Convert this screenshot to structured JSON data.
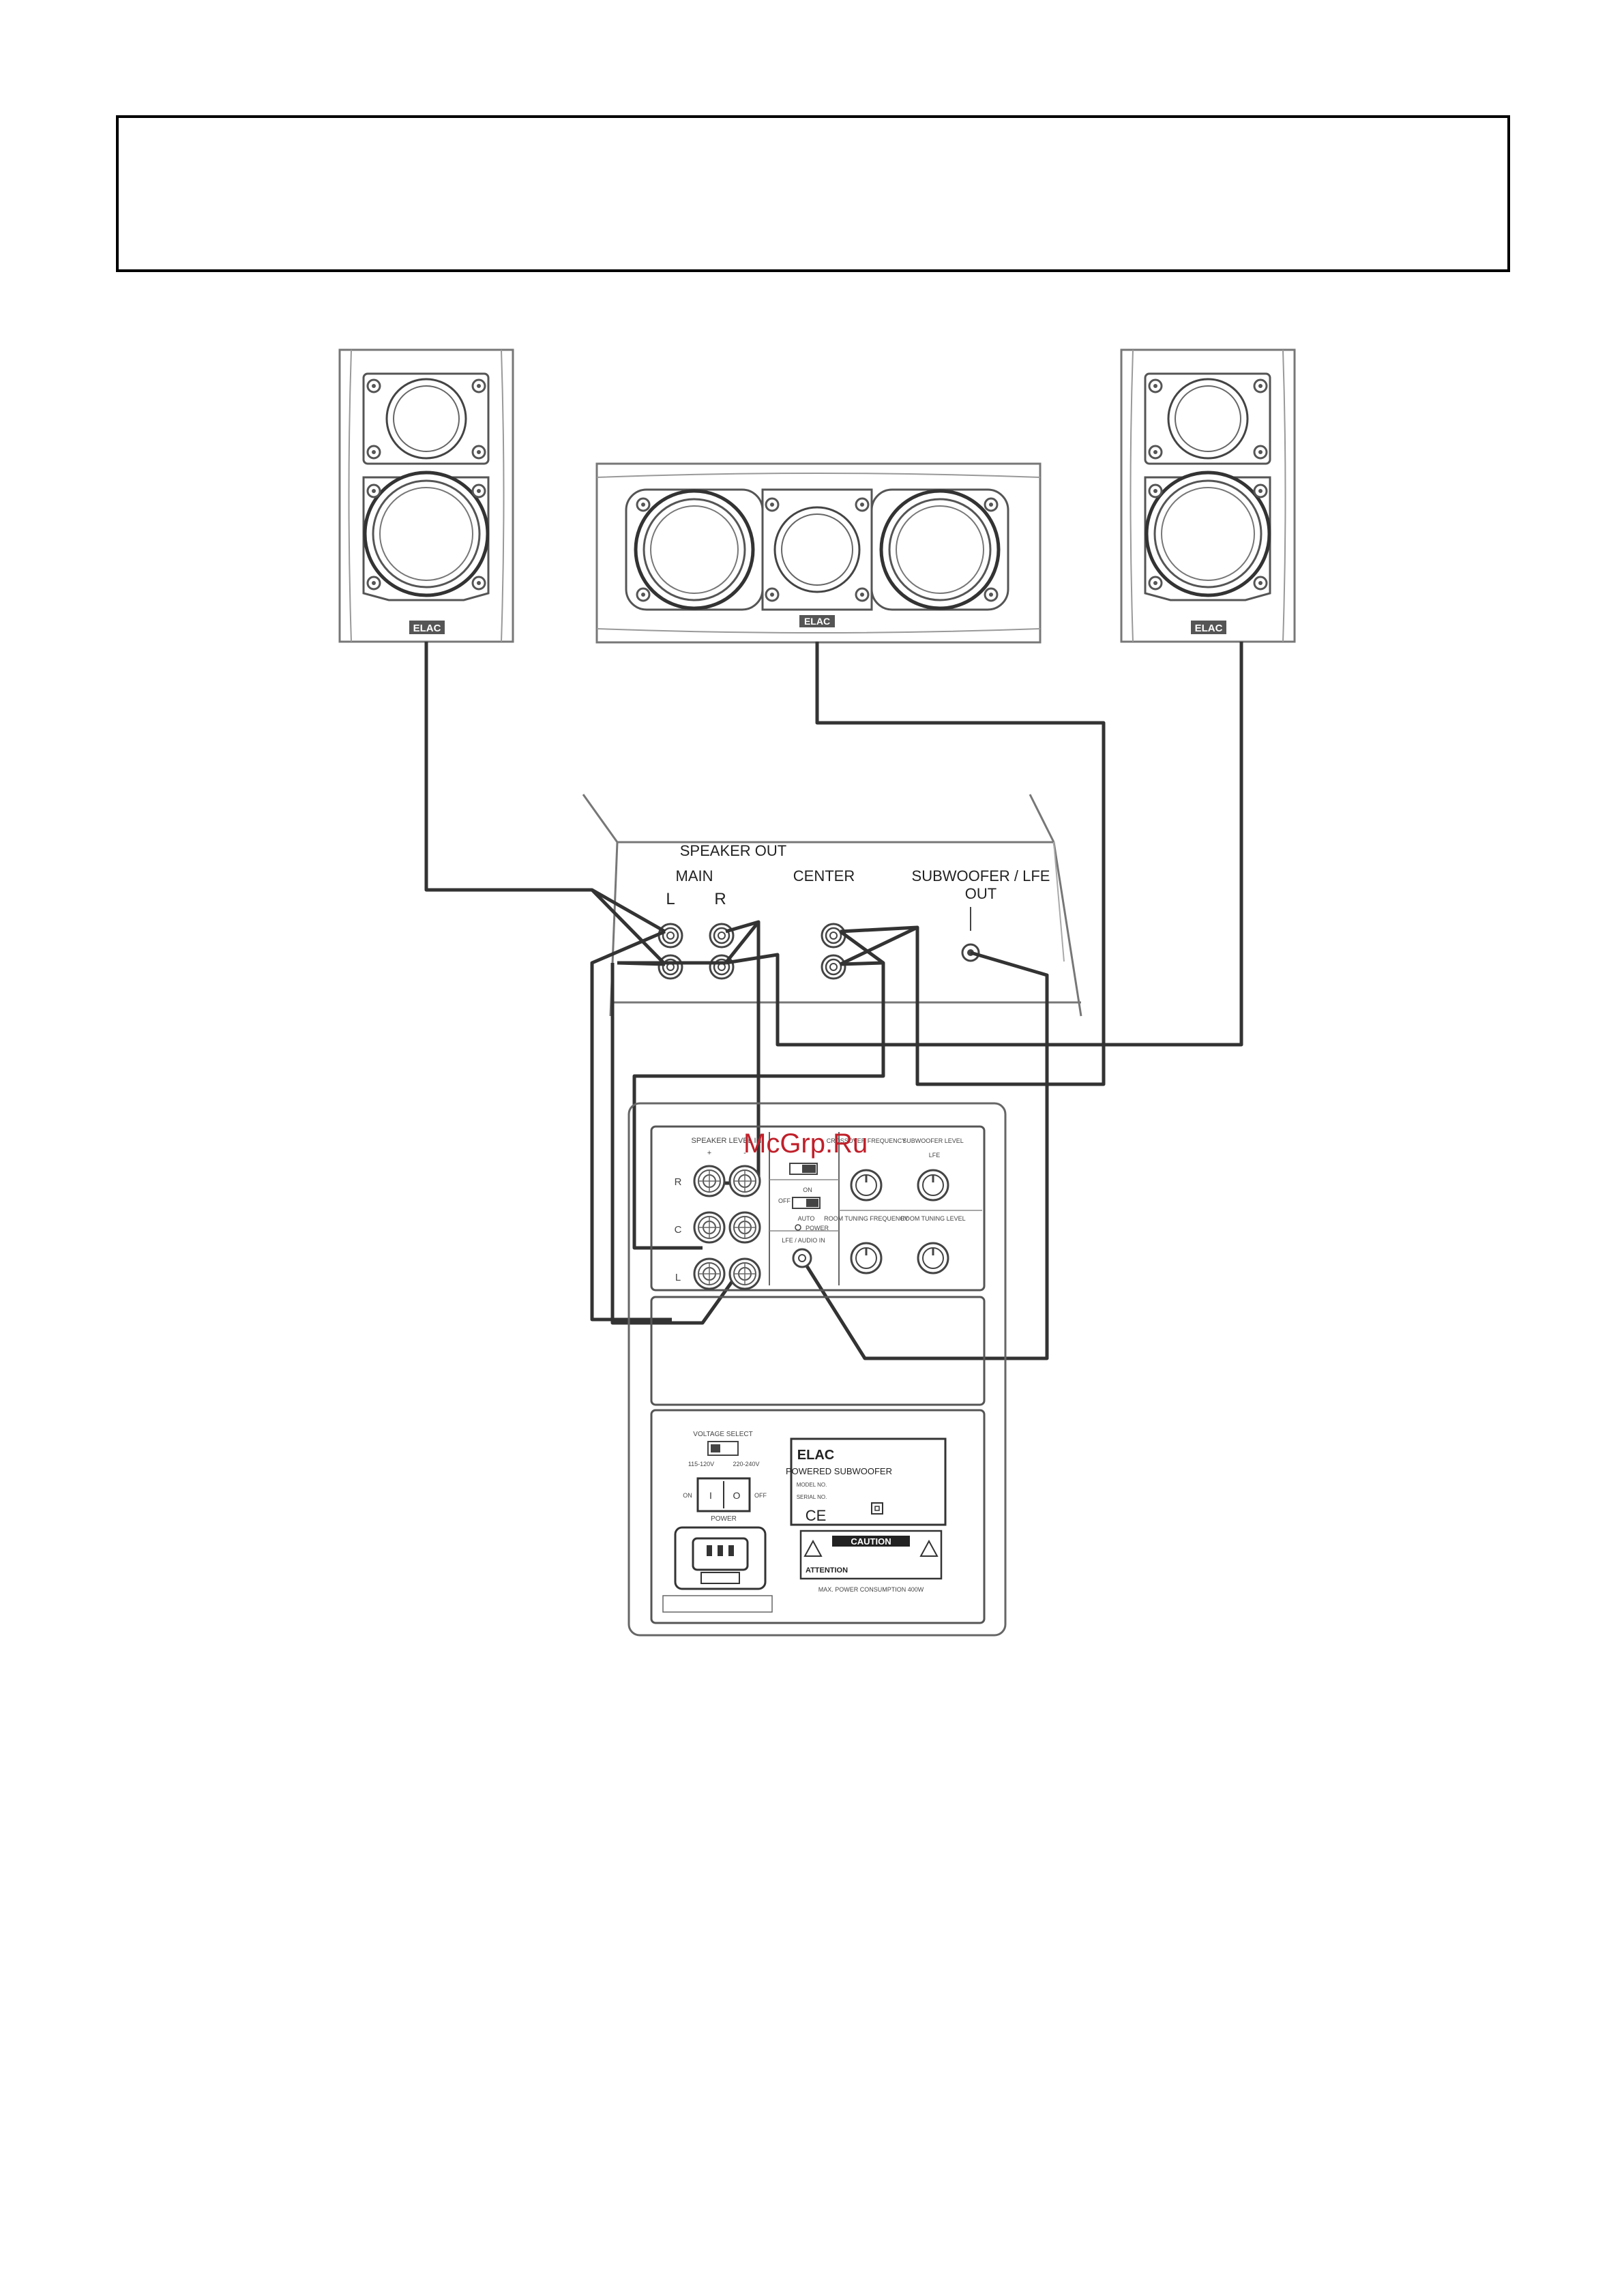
{
  "header_box_text": "",
  "watermark": "McGrp.Ru",
  "speakers": {
    "left_logo": "ELAC",
    "center_logo": "ELAC",
    "right_logo": "ELAC"
  },
  "receiver": {
    "speaker_out": "SPEAKER OUT",
    "main": "MAIN",
    "left": "L",
    "right": "R",
    "center": "CENTER",
    "subwoofer_line1": "SUBWOOFER / LFE",
    "subwoofer_line2": "OUT"
  },
  "subwoofer": {
    "speaker_level_in": "SPEAKER LEVEL IN",
    "plus": "+",
    "minus": "-",
    "row_r": "R",
    "row_c": "C",
    "row_l": "L",
    "crossover_freq": "CROSSOVER FREQUENCY",
    "sub_level": "SUBWOOFER LEVEL",
    "lfe_label": "LFE",
    "on_label": "ON",
    "off_label": "OFF",
    "auto_label": "AUTO",
    "power_led": "POWER",
    "lfe_input": "LFE / AUDIO IN",
    "room_freq": "ROOM TUNING FREQUENCY",
    "room_level": "ROOM TUNING LEVEL",
    "voltage_select": "VOLTAGE SELECT",
    "v115": "115-120V",
    "v230": "220-240V",
    "power": "POWER",
    "switch_on": "ON",
    "switch_off": "OFF",
    "switch_i": "I",
    "switch_o": "O",
    "brand": "ELAC",
    "product": "POWERED SUBWOOFER",
    "model_no": "MODEL NO.",
    "serial_no": "SERIAL NO.",
    "ce_mark": "CE",
    "caution": "CAUTION",
    "attention": "ATTENTION",
    "power_consumption": "MAX. POWER CONSUMPTION 400W"
  }
}
